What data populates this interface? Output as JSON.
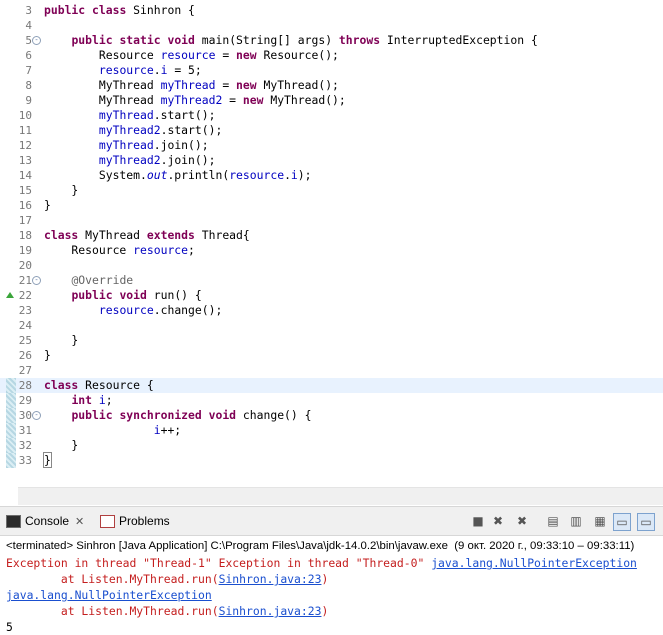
{
  "editor": {
    "lines": [
      {
        "n": "3",
        "html": "<span class=\"kw\">public</span> <span class=\"kw\">class</span> Sinhron {"
      },
      {
        "n": "4",
        "html": ""
      },
      {
        "n": "5",
        "fold": "-",
        "html": "    <span class=\"kw\">public</span> <span class=\"kw\">static</span> <span class=\"kw\">void</span> main(String[] args) <span class=\"kw\">throws</span> InterruptedException {"
      },
      {
        "n": "6",
        "html": "        Resource <span class=\"fld\">resource</span> = <span class=\"kw\">new</span> Resource();"
      },
      {
        "n": "7",
        "html": "        <span class=\"fld\">resource</span>.<span class=\"fld\">i</span> = 5;"
      },
      {
        "n": "8",
        "html": "        MyThread <span class=\"fld\">myThread</span> = <span class=\"kw\">new</span> MyThread();"
      },
      {
        "n": "9",
        "html": "        MyThread <span class=\"fld\">myThread2</span> = <span class=\"kw\">new</span> MyThread();"
      },
      {
        "n": "10",
        "html": "        <span class=\"fld\">myThread</span>.start();"
      },
      {
        "n": "11",
        "html": "        <span class=\"fld\">myThread2</span>.start();"
      },
      {
        "n": "12",
        "html": "        <span class=\"fld\">myThread</span>.join();"
      },
      {
        "n": "13",
        "html": "        <span class=\"fld\">myThread2</span>.join();"
      },
      {
        "n": "14",
        "html": "        System.<span class=\"st\">out</span>.println(<span class=\"fld\">resource</span>.<span class=\"fld\">i</span>);"
      },
      {
        "n": "15",
        "html": "    }"
      },
      {
        "n": "16",
        "html": "}"
      },
      {
        "n": "17",
        "html": ""
      },
      {
        "n": "18",
        "html": "<span class=\"kw\">class</span> MyThread <span class=\"kw\">extends</span> Thread{"
      },
      {
        "n": "19",
        "html": "    Resource <span class=\"fld\">resource</span>;"
      },
      {
        "n": "20",
        "html": ""
      },
      {
        "n": "21",
        "fold": "-",
        "html": "    <span class=\"ann\">@Override</span>"
      },
      {
        "n": "22",
        "marker": true,
        "html": "    <span class=\"kw\">public</span> <span class=\"kw\">void</span> run() {"
      },
      {
        "n": "23",
        "html": "        <span class=\"fld\">resource</span>.change();"
      },
      {
        "n": "24",
        "html": ""
      },
      {
        "n": "25",
        "html": "    }"
      },
      {
        "n": "26",
        "html": "}"
      },
      {
        "n": "27",
        "html": ""
      },
      {
        "n": "28",
        "hatch": true,
        "current": true,
        "html": "<span class=\"kw\">class</span> Resource {"
      },
      {
        "n": "29",
        "hatch": true,
        "html": "    <span class=\"kw\">int</span> <span class=\"fld\">i</span>;"
      },
      {
        "n": "30",
        "hatch": true,
        "fold": "-",
        "html": "    <span class=\"kw\">public</span> <span class=\"kw\">synchronized</span> <span class=\"kw\">void</span> change() {"
      },
      {
        "n": "31",
        "hatch": true,
        "html": "                <span class=\"fld\">i</span>++;"
      },
      {
        "n": "32",
        "hatch": true,
        "html": "    }"
      },
      {
        "n": "33",
        "hatch": true,
        "html": "<span class=\"cur-bracket\">}</span>"
      }
    ]
  },
  "console": {
    "tab_label": "Console",
    "close_glyph": "✕",
    "problems_label": "Problems",
    "terminated": "<terminated> Sinhron [Java Application] C:\\Program Files\\Java\\jdk-14.0.2\\bin\\javaw.exe  (9 окт. 2020 г., 09:33:10 – 09:33:11)",
    "output": [
      {
        "html": "<span class=\"err\">Exception in thread \"Thread-1\" Exception in thread \"Thread-0\" </span><span class=\"lnk\">java.lang.NullPointerException</span>"
      },
      {
        "html": "<span class=\"err\">        at Listen.MyThread.run(</span><span class=\"lnk\">Sinhron.java:23</span><span class=\"err\">)</span>"
      },
      {
        "html": "<span class=\"lnk\">java.lang.NullPointerException</span>"
      },
      {
        "html": "<span class=\"err\">        at Listen.MyThread.run(</span><span class=\"lnk\">Sinhron.java:23</span><span class=\"err\">)</span>"
      },
      {
        "html": "<span class=\"std\">5</span>"
      }
    ]
  },
  "toolbar": {
    "icons": [
      "terminate-icon",
      "remove-launch-icon",
      "remove-all-icon",
      "clear-console-icon",
      "scroll-lock-icon",
      "word-wrap-icon",
      "show-on-stdout-icon",
      "show-on-stderr-icon"
    ],
    "glyphs": [
      "■",
      "✖",
      "✖",
      "▤",
      "▥",
      "▦",
      "▭",
      "▭"
    ]
  },
  "colors": {
    "keyword": "#7f0055",
    "field": "#0000c0",
    "error": "#c41e1e",
    "link": "#1a4fcf"
  }
}
